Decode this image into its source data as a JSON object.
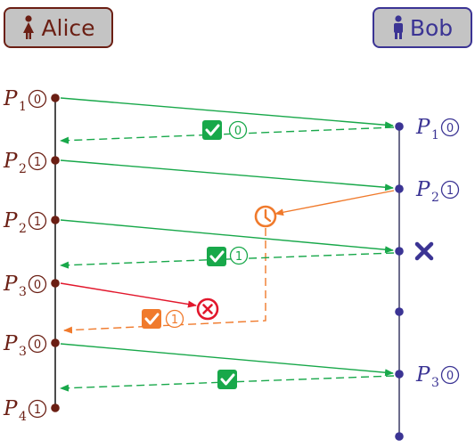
{
  "actors": {
    "alice": {
      "label": "Alice",
      "icon": "woman-icon",
      "color": "#6b1f14"
    },
    "bob": {
      "label": "Bob",
      "icon": "man-icon",
      "color": "#3b3494"
    }
  },
  "colors": {
    "alice": "#6b1f14",
    "bob": "#3b3494",
    "success": "#18a84a",
    "delayed": "#f07a2c",
    "lost": "#e2172c"
  },
  "alice_events": [
    {
      "name": "P",
      "sub": "1",
      "bit": "0"
    },
    {
      "name": "P",
      "sub": "2",
      "bit": "1"
    },
    {
      "name": "P",
      "sub": "2",
      "bit": "1"
    },
    {
      "name": "P",
      "sub": "3",
      "bit": "0"
    },
    {
      "name": "P",
      "sub": "3",
      "bit": "0"
    },
    {
      "name": "P",
      "sub": "4",
      "bit": "1"
    }
  ],
  "bob_events": [
    {
      "name": "P",
      "sub": "1",
      "bit": "0"
    },
    {
      "name": "P",
      "sub": "2",
      "bit": "1"
    },
    {
      "name": "",
      "sub": "",
      "bit": "",
      "mark": "cross-icon"
    },
    {
      "name": "",
      "sub": "",
      "bit": ""
    },
    {
      "name": "P",
      "sub": "3",
      "bit": "0"
    },
    {
      "name": "",
      "sub": "",
      "bit": ""
    }
  ],
  "messages": [
    {
      "type": "packet",
      "from": "alice-0",
      "to": "bob-0",
      "status": "delivered"
    },
    {
      "type": "ack",
      "from": "bob-0",
      "to": "alice-1",
      "bit": "0",
      "status": "delivered"
    },
    {
      "type": "packet",
      "from": "alice-1",
      "to": "bob-1",
      "status": "delivered"
    },
    {
      "type": "ack",
      "from": "bob-1",
      "to": "alice-4",
      "bit": "1",
      "status": "delayed",
      "icon": "clock-icon"
    },
    {
      "type": "packet",
      "from": "alice-2",
      "to": "bob-2",
      "status": "duplicate"
    },
    {
      "type": "ack",
      "from": "bob-2",
      "to": "alice-3",
      "bit": "1",
      "status": "delivered"
    },
    {
      "type": "packet",
      "from": "alice-3",
      "status": "lost",
      "icon": "x-circle-icon"
    },
    {
      "type": "packet",
      "from": "alice-4",
      "to": "bob-4",
      "status": "delivered"
    },
    {
      "type": "ack",
      "from": "bob-4",
      "to": "alice-5",
      "bit": "",
      "status": "delivered"
    }
  ]
}
